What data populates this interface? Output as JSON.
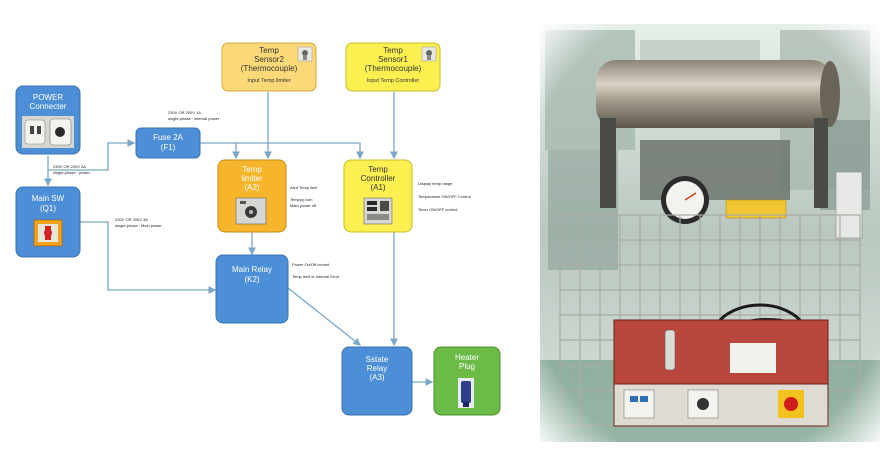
{
  "boxes": {
    "power_connector": {
      "line1": "POWER",
      "line2": "Connecter"
    },
    "main_sw": {
      "line1": "Main SW",
      "line2": "(Q1)"
    },
    "fuse": {
      "line1": "Fuse 2A",
      "line2": "(F1)"
    },
    "temp_sensor2": {
      "line1": "Temp",
      "line2": "Sensor2",
      "line3": "(Thermocouple)",
      "line4": "Input Temp limiter"
    },
    "temp_sensor1": {
      "line1": "Temp",
      "line2": "Sensor1",
      "line3": "(Thermocouple)",
      "line4": "Input Temp Controller"
    },
    "temp_limiter": {
      "line1": "Temp",
      "line2": "limiter",
      "line3": "(A2)"
    },
    "temp_controller": {
      "line1": "Temp",
      "line2": "Controller",
      "line3": "(A1)"
    },
    "main_relay": {
      "line1": "Main Relay",
      "line2": "(K2)"
    },
    "sstate_relay": {
      "line1": "Sstate",
      "line2": "Relay",
      "line3": "(A3)"
    },
    "heater_plug": {
      "line1": "Heater",
      "line2": "Plug"
    }
  },
  "notes": {
    "power_to_main": [
      "230V OR 200V 3A",
      "single-phase : power"
    ],
    "fuse_power": [
      "230V OR 200V 1A",
      "single-phase : internal power"
    ],
    "main_power": [
      "230V OR 200V 3A",
      "single-phase : Main power"
    ],
    "limiter": [
      "Alert Temp limit",
      "Temp(s) turn",
      "Main power off"
    ],
    "controller": [
      "Display temp range",
      "Temperature ON/OFF Control",
      "Timer ON/OFF control"
    ],
    "relay": [
      "Power On/Off control",
      "Temp limit or Internal Error"
    ]
  },
  "colors": {
    "blue_box": "#4d8fd6",
    "orange_box": "#f7b52c",
    "yellow_box": "#fcf050",
    "sensor_box": "#fbd978",
    "green_box": "#6cbb47",
    "connector": "#7aa6c8"
  }
}
